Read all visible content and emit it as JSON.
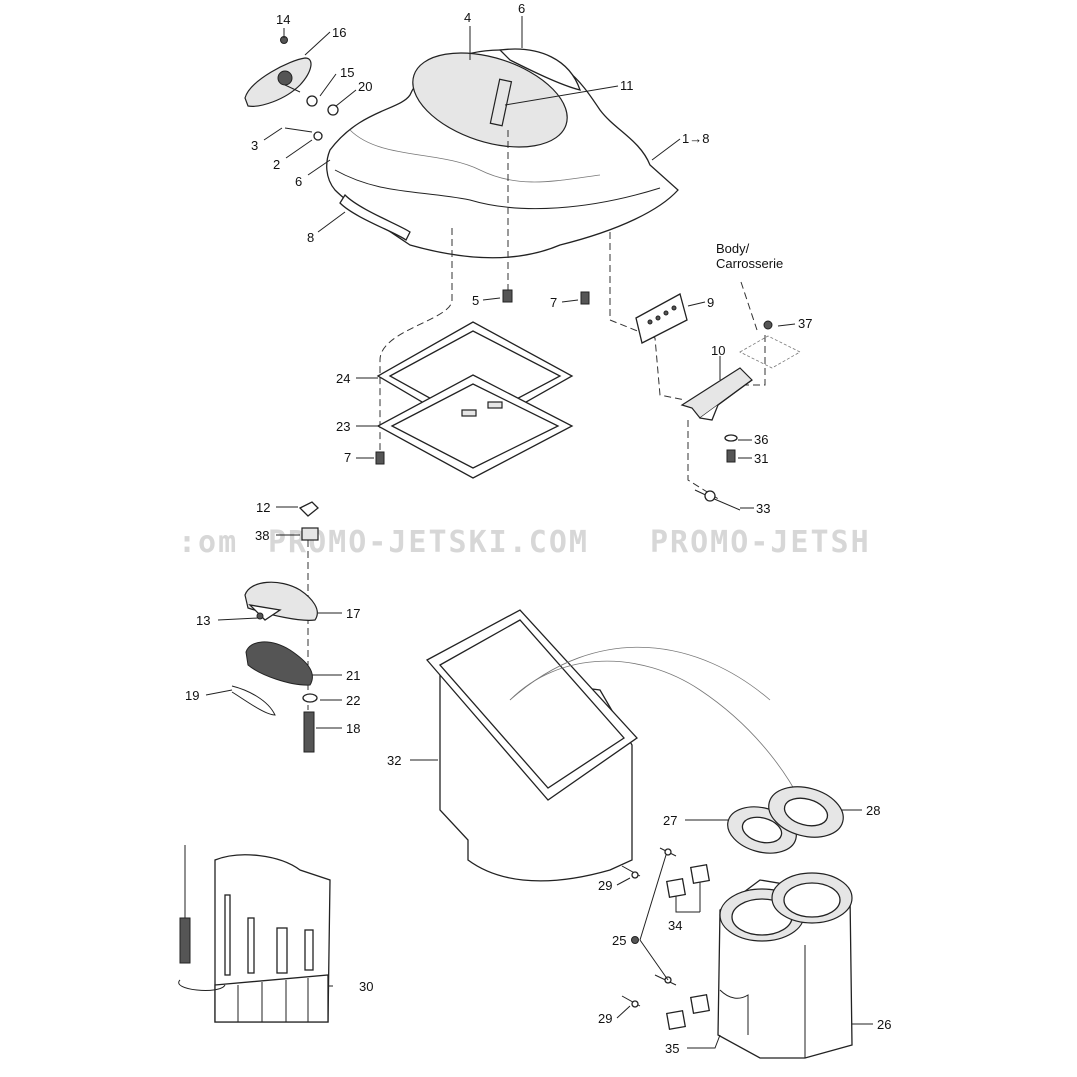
{
  "watermark": {
    "left": ":om",
    "middle": "PROMO-JETSKI.COM",
    "right": "PROMO-JETSH"
  },
  "note": {
    "line1": "Body/",
    "line2": "Carrosserie"
  },
  "callouts": {
    "p14": "14",
    "p16": "16",
    "p4": "4",
    "p6_top": "6",
    "p15": "15",
    "p20": "20",
    "p11": "11",
    "p3": "3",
    "p2": "2",
    "p6_side": "6",
    "p1_8": "1→8",
    "p8": "8",
    "p5": "5",
    "p7_top": "7",
    "p9": "9",
    "p37": "37",
    "p10": "10",
    "p24": "24",
    "p23": "23",
    "p7_frame": "7",
    "p36": "36",
    "p31": "31",
    "p12": "12",
    "p33": "33",
    "p38": "38",
    "p13": "13",
    "p17": "17",
    "p21": "21",
    "p19": "19",
    "p22": "22",
    "p18": "18",
    "p32": "32",
    "p27": "27",
    "p28": "28",
    "p29_top": "29",
    "p34": "34",
    "p25": "25",
    "p30": "30",
    "p29_bottom": "29",
    "p35": "35",
    "p26": "26"
  },
  "colors": {
    "ink": "#222222",
    "watermark": "#d7d7d7",
    "background": "#ffffff"
  }
}
